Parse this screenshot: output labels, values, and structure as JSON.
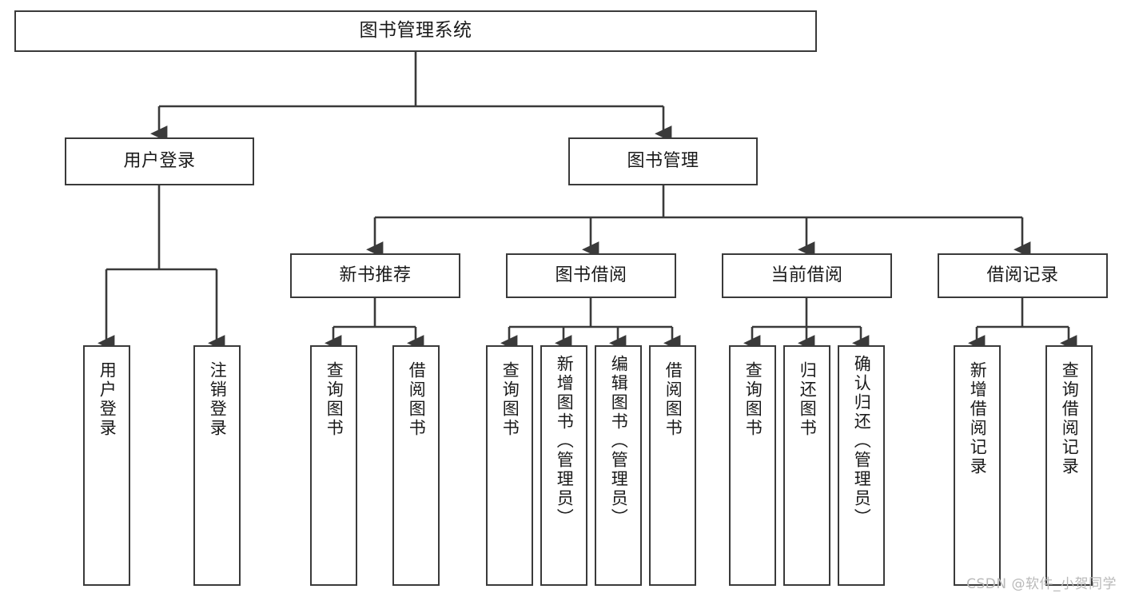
{
  "diagram": {
    "title": "图书管理系统",
    "type": "tree-hierarchy-chart",
    "root": {
      "id": "root",
      "label": "图书管理系统"
    },
    "tier2": [
      {
        "id": "user-login",
        "label": "用户登录"
      },
      {
        "id": "book-manage",
        "label": "图书管理"
      }
    ],
    "tier3": [
      {
        "id": "new-book-rec",
        "label": "新书推荐",
        "parent": "book-manage"
      },
      {
        "id": "book-borrow",
        "label": "图书借阅",
        "parent": "book-manage"
      },
      {
        "id": "current-borrow",
        "label": "当前借阅",
        "parent": "book-manage"
      },
      {
        "id": "borrow-record",
        "label": "借阅记录",
        "parent": "book-manage"
      }
    ],
    "leaves": [
      {
        "id": "leaf-user-login",
        "label": "用户登录",
        "parent": "user-login"
      },
      {
        "id": "leaf-logout-login",
        "label": "注销登录",
        "parent": "user-login"
      },
      {
        "id": "leaf-query-book-1",
        "label": "查询图书",
        "parent": "new-book-rec"
      },
      {
        "id": "leaf-borrow-book-1",
        "label": "借阅图书",
        "parent": "new-book-rec"
      },
      {
        "id": "leaf-query-book-2",
        "label": "查询图书",
        "parent": "book-borrow"
      },
      {
        "id": "leaf-add-book",
        "label": "新增图书（管理员）",
        "parent": "book-borrow"
      },
      {
        "id": "leaf-edit-book",
        "label": "编辑图书（管理员）",
        "parent": "book-borrow"
      },
      {
        "id": "leaf-borrow-book-2",
        "label": "借阅图书",
        "parent": "book-borrow"
      },
      {
        "id": "leaf-query-book-3",
        "label": "查询图书",
        "parent": "current-borrow"
      },
      {
        "id": "leaf-return-book",
        "label": "归还图书",
        "parent": "current-borrow"
      },
      {
        "id": "leaf-confirm-return",
        "label": "确认归还（管理员）",
        "parent": "current-borrow"
      },
      {
        "id": "leaf-add-record",
        "label": "新增借阅记录",
        "parent": "borrow-record"
      },
      {
        "id": "leaf-query-record",
        "label": "查询借阅记录",
        "parent": "borrow-record"
      }
    ],
    "colors": {
      "box_border": "#3a3a3a",
      "box_fill": "#ffffff",
      "edge": "#3a3a3a",
      "text": "#1a1a1a",
      "watermark": "#b9b9b9",
      "background": "#ffffff"
    }
  },
  "watermark": {
    "text": "CSDN @软件_小贺同学"
  }
}
